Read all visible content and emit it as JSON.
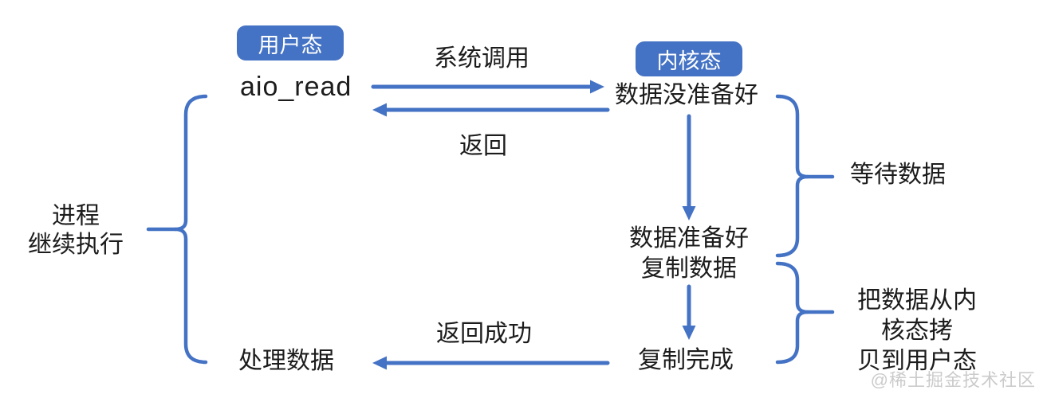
{
  "diagram": {
    "badges": {
      "user_mode": "用户态",
      "kernel_mode": "内核态"
    },
    "user_lane": {
      "aio_read": "aio_read",
      "process_data": "处理数据"
    },
    "kernel_lane": {
      "data_not_ready": "数据没准备好",
      "data_ready_copy": "数据准备好\n复制数据",
      "copy_done": "复制完成"
    },
    "arrow_labels": {
      "syscall": "系统调用",
      "return": "返回",
      "return_success": "返回成功"
    },
    "brace_labels": {
      "process_continues": "进程\n继续执行",
      "wait_for_data": "等待数据",
      "copy_kernel_to_user": "把数据从内核态拷\n贝到用户态"
    },
    "watermark": "@稀土掘金技术社区",
    "colors": {
      "accent_blue": "#4472c4",
      "text": "#1c1c1c",
      "watermark_gray": "#cbcbcb",
      "background": "#ffffff"
    }
  }
}
